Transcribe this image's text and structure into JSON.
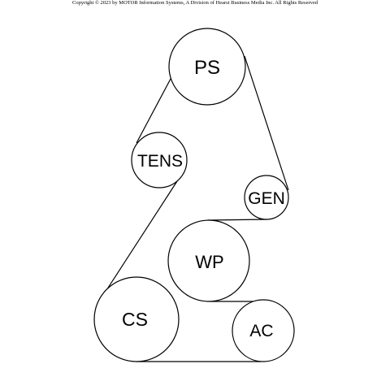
{
  "copyright": "Copyright © 2023 by MOTOR Information Systems, A Division of Hearst Business Media Inc. All Rights Reserved",
  "pulleys": {
    "ps": "PS",
    "tens": "TENS",
    "gen": "GEN",
    "wp": "WP",
    "cs": "CS",
    "ac": "AC"
  }
}
